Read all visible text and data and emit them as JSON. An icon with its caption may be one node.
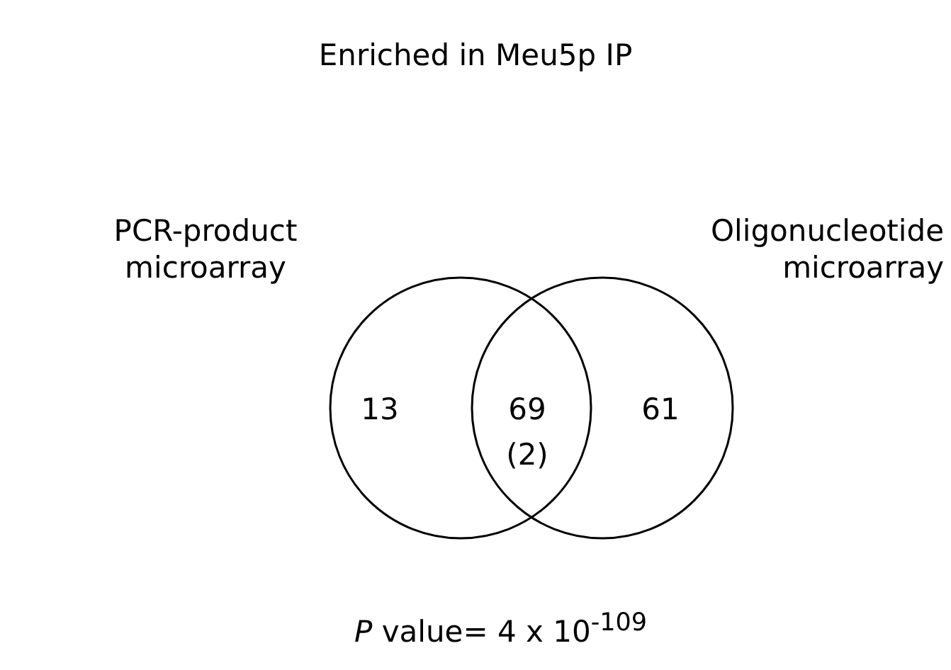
{
  "diagram": {
    "title": "Enriched in Meu5p IP",
    "nodes": [
      {
        "text": [
          "PCR-product microarray"
        ]
      },
      {
        "text": [
          "Oligonucleotide microarray"
        ]
      }
    ],
    "edges": [],
    "labels": [
      "13",
      "69",
      "(2)",
      "61"
    ],
    "caption": "*P* value= 4 x 10$^{-109}$"
  }
}
